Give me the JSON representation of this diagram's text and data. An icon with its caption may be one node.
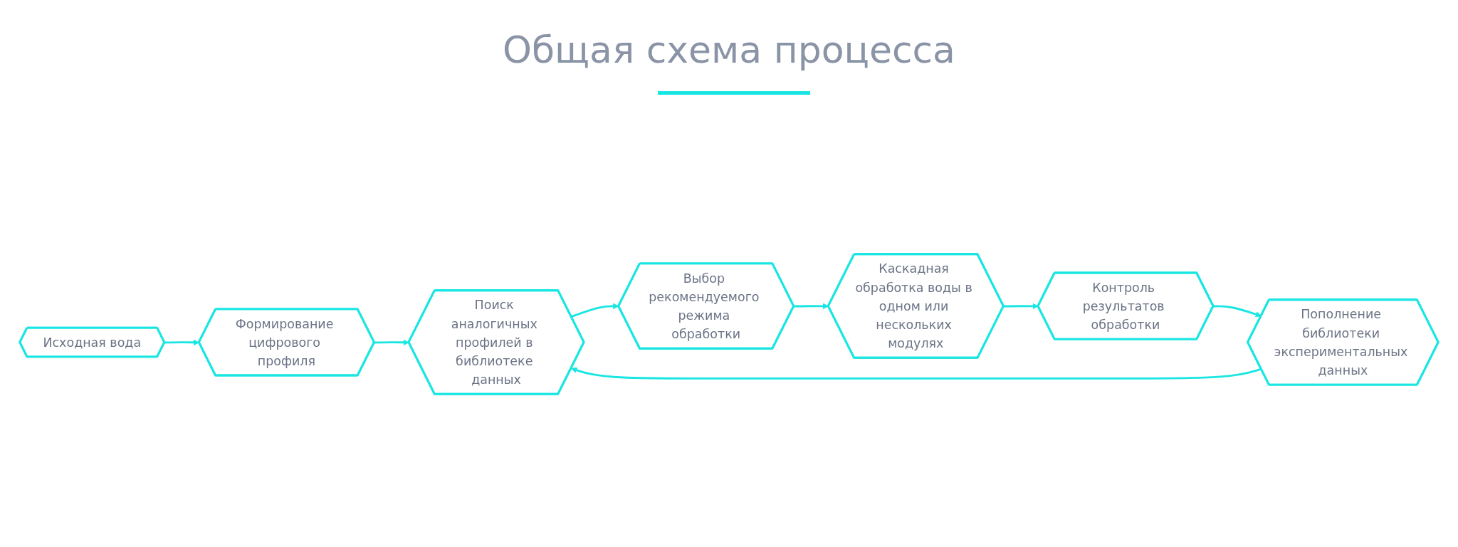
{
  "diagram": {
    "title": "Общая схема процесса",
    "nodes": [
      {
        "text": [
          "Исходная вода"
        ]
      },
      {
        "text": [
          "Формирование цифрового профиля"
        ]
      },
      {
        "text": [
          "Поиск аналогичных профилей в библиотеке данных"
        ]
      },
      {
        "text": [
          "Выбор рекомендуемого режима обработки"
        ]
      },
      {
        "text": [
          "Каскадная обработка воды в одном или нескольких модулях"
        ]
      },
      {
        "text": [
          "Контроль результатов обработки"
        ]
      },
      {
        "text": [
          "Пополнение библиотеки экспериментальных данных"
        ]
      }
    ],
    "edges": [
      {
        "from": 0,
        "to": 1,
        "arrow": "to"
      },
      {
        "from": 1,
        "to": 2,
        "arrow": "to"
      },
      {
        "from": 2,
        "to": 3,
        "arrow": "to"
      },
      {
        "from": 3,
        "to": 4,
        "arrow": "to"
      },
      {
        "from": 4,
        "to": 5,
        "arrow": "to"
      },
      {
        "from": 5,
        "to": 6,
        "arrow": "to"
      },
      {
        "from": 6,
        "to": 2,
        "arrow": "to"
      }
    ]
  }
}
